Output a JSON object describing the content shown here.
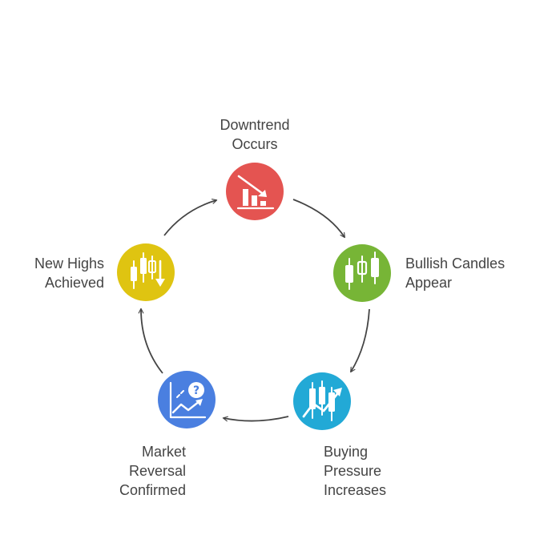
{
  "nodes": [
    {
      "id": "downtrend",
      "label_lines": [
        "Downtrend",
        "Occurs"
      ],
      "color": "#e45451",
      "icon": "declining-bar-chart-icon"
    },
    {
      "id": "bullish",
      "label_lines": [
        "Bullish Candles",
        "Appear"
      ],
      "color": "#77b536",
      "icon": "candlestick-icon"
    },
    {
      "id": "buying",
      "label_lines": [
        "Buying",
        "Pressure",
        "Increases"
      ],
      "color": "#22a9d6",
      "icon": "rising-candlestick-trend-icon"
    },
    {
      "id": "reversal",
      "label_lines": [
        "Market",
        "Reversal",
        "Confirmed"
      ],
      "color": "#4a7fe0",
      "icon": "question-trend-chart-icon"
    },
    {
      "id": "highs",
      "label_lines": [
        "New Highs",
        "Achieved"
      ],
      "color": "#dfc411",
      "icon": "candlestick-down-arrow-icon"
    }
  ],
  "arrow_color": "#444444"
}
